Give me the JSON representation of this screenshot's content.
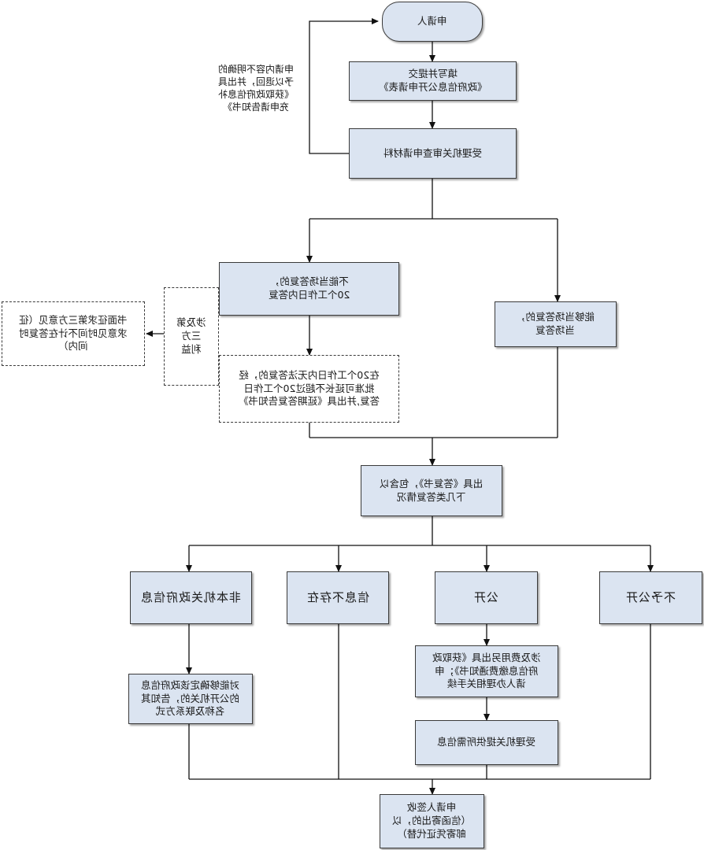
{
  "nodes": {
    "applicant": "申请人",
    "fill_submit": "填写并提交\n《政府信息公开申请表》",
    "review": "受理机关审查申请材料",
    "cannot_answer": "不能当场答复的，\n20个工作日内答复",
    "can_answer": "能够当场答复的，\n当场答复",
    "third_party": "涉及第\n三方\n利益",
    "third_party_note": "书面征求第三方意见（征\n求意见时间不计在答复时\n间内）",
    "extension": "在20个工作日内无法答复的，经\n批准可延长不超过20个工作日\n答复,并出具《延期答复告知书》",
    "issue_reply": "出具《答复书》，包含以\n下几类答复情况",
    "non_agency": "非本机关政府信息",
    "not_exist": "信息不存在",
    "public": "公开",
    "not_public": "不予公开",
    "fee_notice": "涉及费用另出具《获取政\n府信息缴费通知书》；申\n请人办理相关手续",
    "inform_agency": "对能够确定该政府信息\n的公开机关的，告知其\n名称及联系方式",
    "provide_info": "受理机关提供所需信息",
    "sign_receive": "申请人签收\n（信函寄出的，以\n邮寄凭证代替）"
  },
  "side_note": "申请内容不明确的\n予以退回，并出具\n《获取政府信息补\n充申请告知书》"
}
